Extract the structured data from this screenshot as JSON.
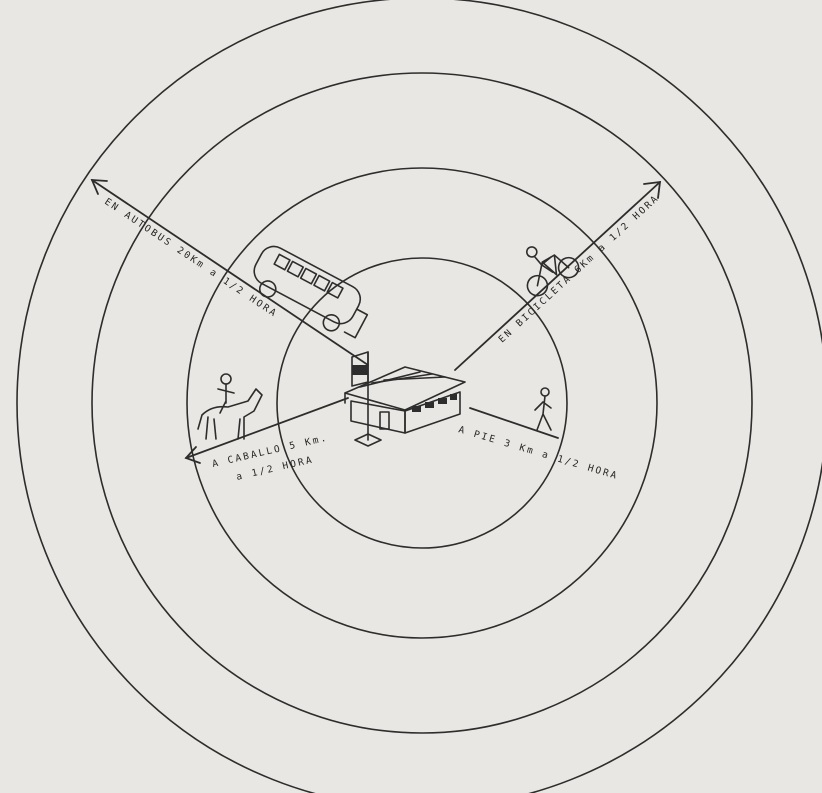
{
  "diagram": {
    "routes": {
      "bus": {
        "label": "EN AUTOBUS 20Km a 1/2 HORA",
        "mode_icon": "bus-icon"
      },
      "bicycle": {
        "label": "EN BICICLETA 6Km a 1/2 HORA",
        "mode_icon": "bicycle-icon"
      },
      "horse": {
        "label_line1": "A CABALLO 5 Km.",
        "label_line2": "a 1/2 HORA",
        "mode_icon": "horse-rider-icon"
      },
      "foot": {
        "label": "A PIE 3 Km a 1/2 HORA",
        "mode_icon": "walking-person-icon"
      }
    },
    "center_icon": "school-building-icon",
    "flag_icon": "flag-icon",
    "ring_count": 4,
    "colors": {
      "background": "#e9e7e3",
      "ink": "#2d2d2d"
    }
  }
}
